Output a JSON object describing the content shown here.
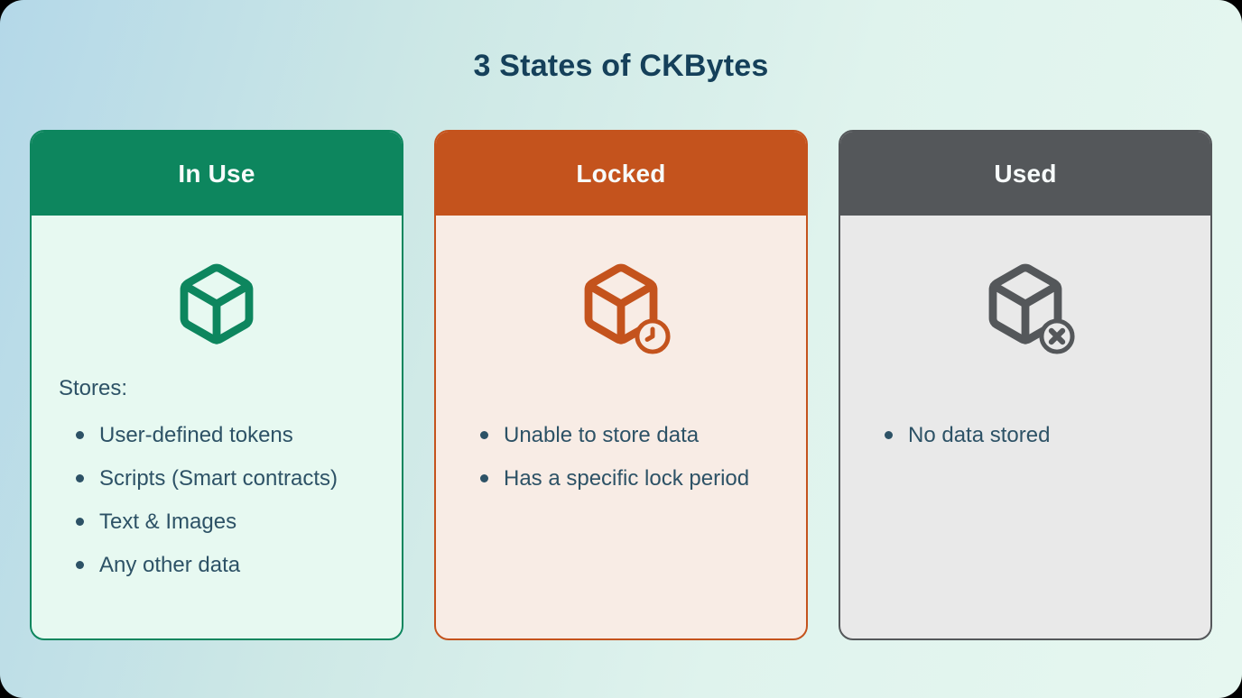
{
  "page": {
    "title": "3 States of CKBytes",
    "colors": {
      "background_start": "#b4d8e8",
      "background_end": "#e6f7f0",
      "title_text": "#15405a",
      "body_text": "#2d5266",
      "header_text": "#f7fbfb"
    }
  },
  "cards": [
    {
      "title": "In Use",
      "accent": "#0d865e",
      "body_bg": "#e7f9f1",
      "icon": "cube-icon",
      "badge": "none",
      "intro": "Stores:",
      "items": [
        "User-defined tokens",
        "Scripts (Smart contracts)",
        "Text & Images",
        "Any other data"
      ]
    },
    {
      "title": "Locked",
      "accent": "#c4531d",
      "body_bg": "#f8ece5",
      "icon": "cube-clock-icon",
      "badge": "clock",
      "intro": "",
      "items": [
        "Unable to store data",
        "Has a specific lock period"
      ]
    },
    {
      "title": "Used",
      "accent": "#54575a",
      "body_bg": "#e9e9e9",
      "icon": "cube-x-icon",
      "badge": "x-mark",
      "intro": "",
      "items": [
        "No data stored"
      ]
    }
  ]
}
